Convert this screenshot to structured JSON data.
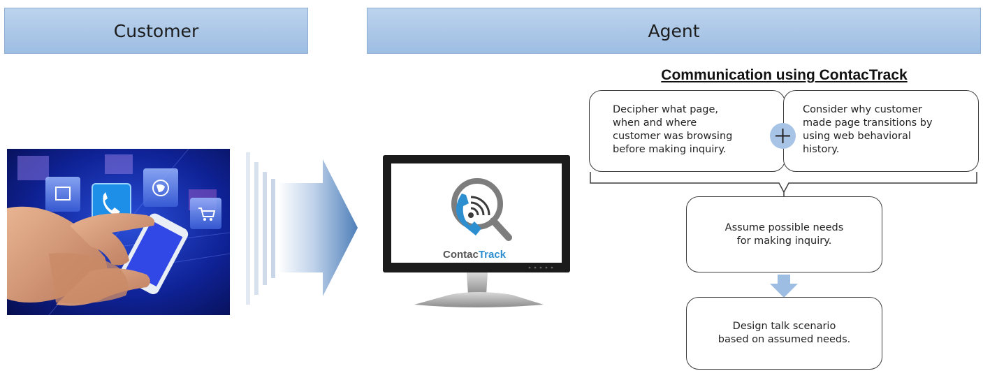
{
  "headers": {
    "customer": "Customer",
    "agent": "Agent"
  },
  "section_title": "Communication using ContacTrack",
  "monitor": {
    "logo_text_a": "Contac",
    "logo_text_b": "Track"
  },
  "boxes": {
    "decipher": "Decipher what page,\nwhen and where\ncustomer was browsing\nbefore making inquiry.",
    "consider": "Consider why customer\nmade page transitions by\nusing web behavioral\nhistory.",
    "assume": "Assume possible needs\nfor making inquiry.",
    "design": "Design talk scenario\nbased on assumed needs."
  },
  "icons": [
    "phone-icon",
    "tablet-icon",
    "globe-icon",
    "cart-icon",
    "plus-icon",
    "down-arrow-icon",
    "big-right-arrow-icon"
  ],
  "colors": {
    "header_fill": "#a9c6e8",
    "accent_blue": "#2e8fd0",
    "photo_bg": "#0a1a7a"
  }
}
